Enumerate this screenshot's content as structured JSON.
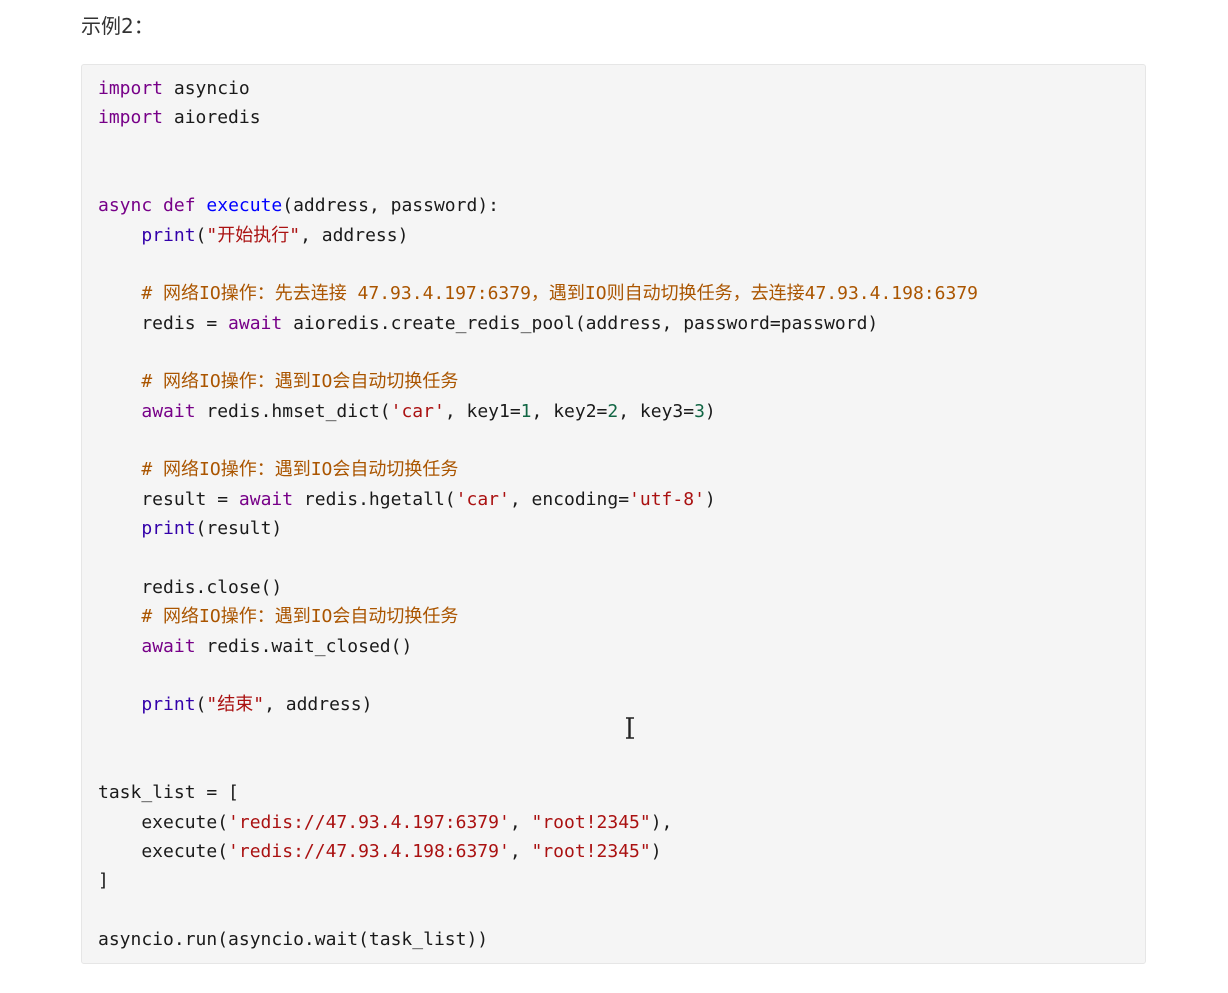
{
  "heading": "示例2：",
  "colors": {
    "background": "#f5f5f5",
    "keyword": "#770088",
    "definition": "#0000ff",
    "builtin": "#3300aa",
    "string": "#aa1111",
    "number": "#116644",
    "comment": "#aa5500",
    "text": "#1a1a1a"
  },
  "code_lines": [
    [
      [
        "kw",
        "import"
      ],
      [
        "plain",
        " asyncio"
      ]
    ],
    [
      [
        "kw",
        "import"
      ],
      [
        "plain",
        " aioredis"
      ]
    ],
    [],
    [],
    [
      [
        "kw",
        "async"
      ],
      [
        "plain",
        " "
      ],
      [
        "kw",
        "def"
      ],
      [
        "plain",
        " "
      ],
      [
        "def",
        "execute"
      ],
      [
        "plain",
        "(address, password):"
      ]
    ],
    [
      [
        "plain",
        "    "
      ],
      [
        "builtin",
        "print"
      ],
      [
        "plain",
        "("
      ],
      [
        "str",
        "\"开始执行\""
      ],
      [
        "plain",
        ", address)"
      ]
    ],
    [],
    [
      [
        "plain",
        "    "
      ],
      [
        "comment",
        "# 网络IO操作：先去连接 47.93.4.197:6379，遇到IO则自动切换任务，去连接47.93.4.198:6379"
      ]
    ],
    [
      [
        "plain",
        "    redis = "
      ],
      [
        "kw",
        "await"
      ],
      [
        "plain",
        " aioredis.create_redis_pool(address, password=password)"
      ]
    ],
    [],
    [
      [
        "plain",
        "    "
      ],
      [
        "comment",
        "# 网络IO操作：遇到IO会自动切换任务"
      ]
    ],
    [
      [
        "plain",
        "    "
      ],
      [
        "kw",
        "await"
      ],
      [
        "plain",
        " redis.hmset_dict("
      ],
      [
        "str",
        "'car'"
      ],
      [
        "plain",
        ", key1="
      ],
      [
        "num",
        "1"
      ],
      [
        "plain",
        ", key2="
      ],
      [
        "num",
        "2"
      ],
      [
        "plain",
        ", key3="
      ],
      [
        "num",
        "3"
      ],
      [
        "plain",
        ")"
      ]
    ],
    [],
    [
      [
        "plain",
        "    "
      ],
      [
        "comment",
        "# 网络IO操作：遇到IO会自动切换任务"
      ]
    ],
    [
      [
        "plain",
        "    result = "
      ],
      [
        "kw",
        "await"
      ],
      [
        "plain",
        " redis.hgetall("
      ],
      [
        "str",
        "'car'"
      ],
      [
        "plain",
        ", encoding="
      ],
      [
        "str",
        "'utf-8'"
      ],
      [
        "plain",
        ")"
      ]
    ],
    [
      [
        "plain",
        "    "
      ],
      [
        "builtin",
        "print"
      ],
      [
        "plain",
        "(result)"
      ]
    ],
    [],
    [
      [
        "plain",
        "    redis.close()"
      ]
    ],
    [
      [
        "plain",
        "    "
      ],
      [
        "comment",
        "# 网络IO操作：遇到IO会自动切换任务"
      ]
    ],
    [
      [
        "plain",
        "    "
      ],
      [
        "kw",
        "await"
      ],
      [
        "plain",
        " redis.wait_closed()"
      ]
    ],
    [],
    [
      [
        "plain",
        "    "
      ],
      [
        "builtin",
        "print"
      ],
      [
        "plain",
        "("
      ],
      [
        "str",
        "\"结束\""
      ],
      [
        "plain",
        ", address)"
      ]
    ],
    [],
    [],
    [
      [
        "plain",
        "task_list = ["
      ]
    ],
    [
      [
        "plain",
        "    execute("
      ],
      [
        "str",
        "'redis://47.93.4.197:6379'"
      ],
      [
        "plain",
        ", "
      ],
      [
        "str",
        "\"root!2345\""
      ],
      [
        "plain",
        "),"
      ]
    ],
    [
      [
        "plain",
        "    execute("
      ],
      [
        "str",
        "'redis://47.93.4.198:6379'"
      ],
      [
        "plain",
        ", "
      ],
      [
        "str",
        "\"root!2345\""
      ],
      [
        "plain",
        ")"
      ]
    ],
    [
      [
        "plain",
        "]"
      ]
    ],
    [],
    [
      [
        "plain",
        "asyncio.run(asyncio.wait(task_list))"
      ]
    ]
  ]
}
